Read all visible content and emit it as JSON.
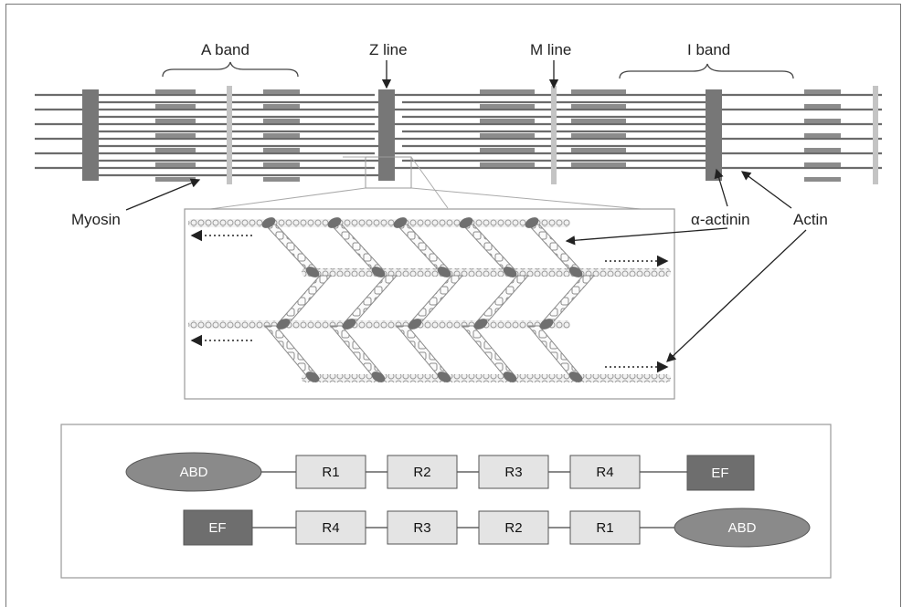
{
  "labels": {
    "a_band": "A band",
    "z_line": "Z line",
    "m_line": "M line",
    "i_band": "I band",
    "myosin": "Myosin",
    "alpha_actinin": "α-actinin",
    "actin": "Actin"
  },
  "domains": {
    "top": [
      "ABD",
      "R1",
      "R2",
      "R3",
      "R4",
      "EF"
    ],
    "bottom": [
      "EF",
      "R4",
      "R3",
      "R2",
      "R1",
      "ABD"
    ]
  },
  "colors": {
    "dark_gray": "#777777",
    "light_gray": "#bdbdbd",
    "line": "#555555",
    "repeat_fill": "#e4e4e4",
    "ef_fill": "#6e6e6e",
    "abd_fill": "#8a8a8a"
  }
}
